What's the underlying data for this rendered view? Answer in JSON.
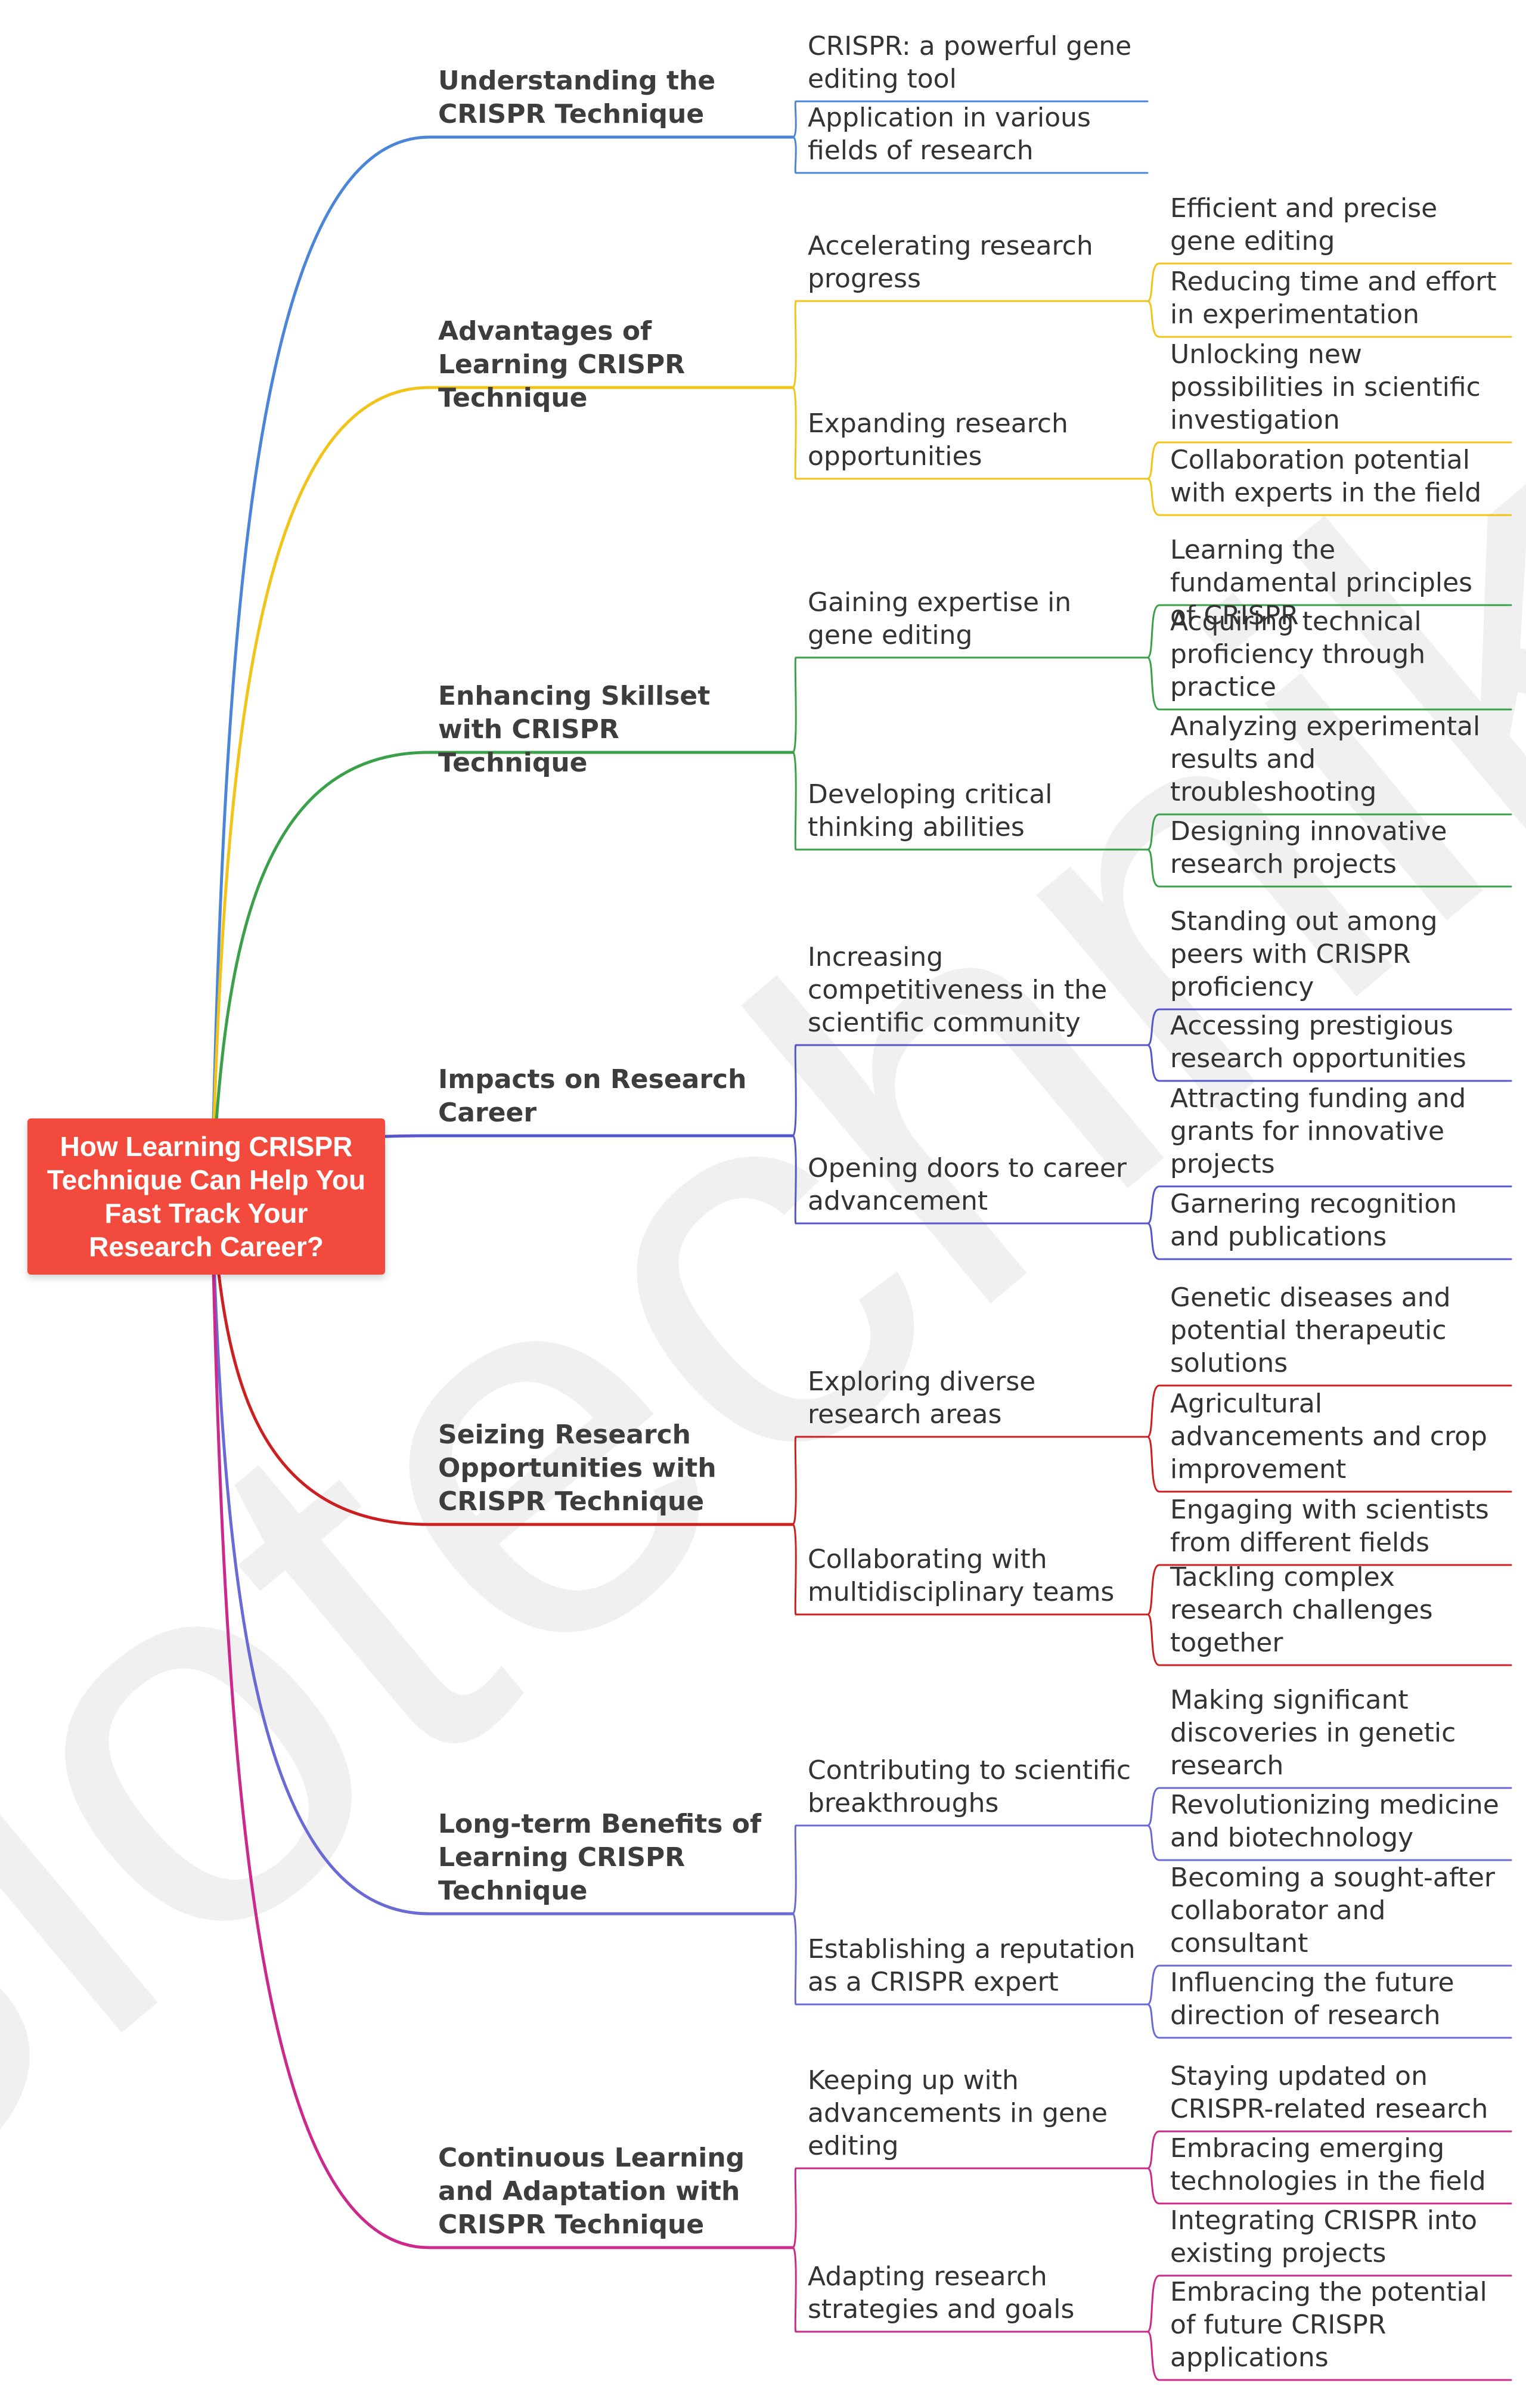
{
  "watermark": "Biotechnika",
  "root": {
    "title": "How Learning CRISPR Technique Can Help You Fast Track Your Research Career?",
    "color": "#f24b3d"
  },
  "branches": [
    {
      "title": "Understanding the CRISPR Technique",
      "color": "#4a86d8",
      "children": [
        {
          "title": "CRISPR: a powerful gene editing tool",
          "children": []
        },
        {
          "title": "Application in various fields of research",
          "children": []
        }
      ]
    },
    {
      "title": "Advantages of Learning CRISPR Technique",
      "color": "#f2c318",
      "children": [
        {
          "title": "Accelerating research progress",
          "children": [
            {
              "title": "Efficient and precise gene editing"
            },
            {
              "title": "Reducing time and effort in experimentation"
            }
          ]
        },
        {
          "title": "Expanding research opportunities",
          "children": [
            {
              "title": "Unlocking new possibilities in scientific investigation"
            },
            {
              "title": "Collaboration potential with experts in the field"
            }
          ]
        }
      ]
    },
    {
      "title": "Enhancing Skillset with CRISPR Technique",
      "color": "#3aa04a",
      "children": [
        {
          "title": "Gaining expertise in gene editing",
          "children": [
            {
              "title": "Learning the fundamental principles of CRISPR"
            },
            {
              "title": "Acquiring technical proficiency through practice"
            }
          ]
        },
        {
          "title": "Developing critical thinking abilities",
          "children": [
            {
              "title": "Analyzing experimental results and troubleshooting"
            },
            {
              "title": "Designing innovative research projects"
            }
          ]
        }
      ]
    },
    {
      "title": "Impacts on Research Career",
      "color": "#5555cc",
      "children": [
        {
          "title": "Increasing competitiveness in the scientific community",
          "children": [
            {
              "title": "Standing out among peers with CRISPR proficiency"
            },
            {
              "title": "Accessing prestigious research opportunities"
            }
          ]
        },
        {
          "title": "Opening doors to career advancement",
          "children": [
            {
              "title": "Attracting funding and grants for innovative projects"
            },
            {
              "title": "Garnering recognition and publications"
            }
          ]
        }
      ]
    },
    {
      "title": "Seizing Research Opportunities with CRISPR Technique",
      "color": "#cc2020",
      "children": [
        {
          "title": "Exploring diverse research areas",
          "children": [
            {
              "title": "Genetic diseases and potential therapeutic solutions"
            },
            {
              "title": "Agricultural advancements and crop improvement"
            }
          ]
        },
        {
          "title": "Collaborating with multidisciplinary teams",
          "children": [
            {
              "title": "Engaging with scientists from different fields"
            },
            {
              "title": "Tackling complex research challenges together"
            }
          ]
        }
      ]
    },
    {
      "title": "Long-term Benefits of Learning CRISPR Technique",
      "color": "#6a6ad4",
      "children": [
        {
          "title": "Contributing to scientific breakthroughs",
          "children": [
            {
              "title": "Making significant discoveries in genetic research"
            },
            {
              "title": "Revolutionizing medicine and biotechnology"
            }
          ]
        },
        {
          "title": "Establishing a reputation as a CRISPR expert",
          "children": [
            {
              "title": "Becoming a sought-after collaborator and consultant"
            },
            {
              "title": "Influencing the future direction of research"
            }
          ]
        }
      ]
    },
    {
      "title": "Continuous Learning and Adaptation with CRISPR Technique",
      "color": "#cc2a8a",
      "children": [
        {
          "title": "Keeping up with advancements in gene editing",
          "children": [
            {
              "title": "Staying updated on CRISPR-related research"
            },
            {
              "title": "Embracing emerging technologies in the field"
            }
          ]
        },
        {
          "title": "Adapting research strategies and goals",
          "children": [
            {
              "title": "Integrating CRISPR into existing projects"
            },
            {
              "title": "Embracing the potential of future CRISPR applications"
            }
          ]
        }
      ]
    }
  ]
}
